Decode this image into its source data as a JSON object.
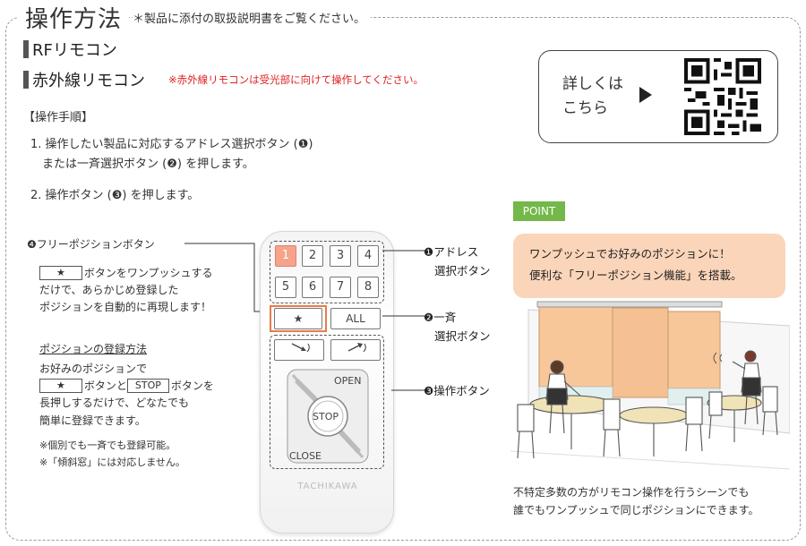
{
  "header": {
    "title": "操作方法",
    "note": "＊製品に添付の取扱説明書をご覧ください。"
  },
  "headings": {
    "rf": "RFリモコン",
    "ir": "赤外線リモコン",
    "ir_note": "※赤外線リモコンは受光部に向けて操作してください。"
  },
  "steps": {
    "title": "【操作手順】",
    "step1_line1": "1. 操作したい製品に対応するアドレス選択ボタン (❶)",
    "step1_line2": "または一斉選択ボタン (❷) を押します。",
    "step2": "2. 操作ボタン (❸) を押します。"
  },
  "free_position": {
    "title": "❹フリーポジションボタン",
    "star": "★",
    "line1_rest": "ボタンをワンプッシュする",
    "line2": "だけで、あらかじめ登録した",
    "line3": "ポジションを自動的に再現します！",
    "reg_title": "ポジションの登録方法",
    "reg1": "お好みのポジションで",
    "reg2_mid": "ボタンと",
    "stop_key": "STOP",
    "reg2_rest": "ボタンを",
    "reg3": "長押しするだけで、どなたでも",
    "reg4": "簡単に登録できます。",
    "note1": "※個別でも一斉でも登録可能。",
    "note2": "※「傾斜窓」には対応しません。"
  },
  "remote": {
    "keys": [
      "1",
      "2",
      "3",
      "4",
      "5",
      "6",
      "7",
      "8"
    ],
    "star": "★",
    "all": "ALL",
    "open": "OPEN",
    "stop": "STOP",
    "close": "CLOSE",
    "brand": "TACHIKAWA"
  },
  "callouts": {
    "c1_line1": "❶アドレス",
    "c1_line2": "選択ボタン",
    "c2_line1": "❷一斉",
    "c2_line2": "選択ボタン",
    "c3": "❸操作ボタン"
  },
  "qr_card": {
    "line1": "詳しくは",
    "line2": "こちら"
  },
  "point": {
    "tag": "POINT",
    "line1": "ワンプッシュでお好みのポジションに！",
    "line2": "便利な「フリーポジション機能」を搭載。",
    "caption1": "不特定多数の方がリモコン操作を行うシーンでも",
    "caption2": "誰でもワンプッシュで同じポジションにできます。"
  },
  "colors": {
    "accent_red": "#e02020",
    "point_green": "#74b84a",
    "bubble_peach": "#fbd5ba",
    "selected_key": "#f5a48a",
    "highlight_border": "#e87c4a"
  }
}
